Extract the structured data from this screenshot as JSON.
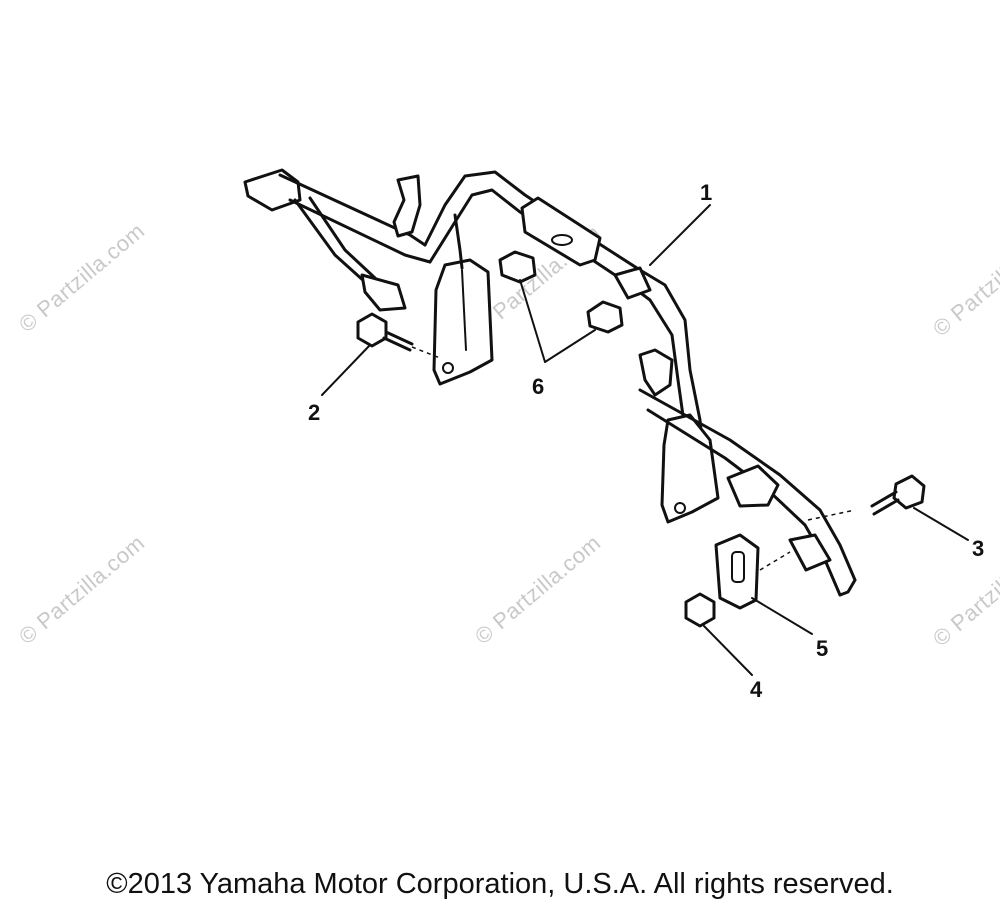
{
  "watermark": "© Partzilla.com",
  "callouts": {
    "part_1": "1",
    "part_2": "2",
    "part_3": "3",
    "part_4": "4",
    "part_5": "5",
    "part_6": "6"
  },
  "copyright": "©2013 Yamaha Motor Corporation, U.S.A. All rights reserved."
}
